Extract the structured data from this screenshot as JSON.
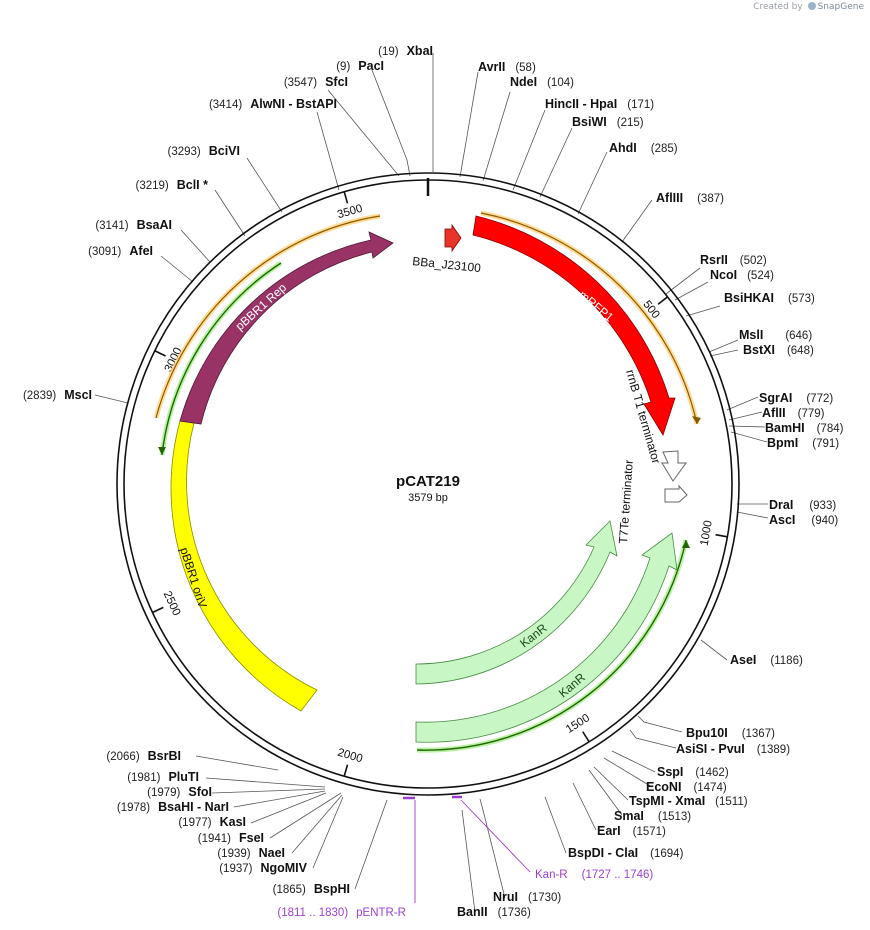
{
  "credit": {
    "created_by": "Created by",
    "brand": "SnapGene"
  },
  "plasmid": {
    "name": "pCAT219",
    "size": "3579 bp"
  },
  "ruler": [
    {
      "label": "500",
      "angle": 52
    },
    {
      "label": "1000",
      "angle": 100
    },
    {
      "label": "1500",
      "angle": 148
    },
    {
      "label": "2000",
      "angle": 196
    },
    {
      "label": "2500",
      "angle": 245
    },
    {
      "label": "3000",
      "angle": 296
    },
    {
      "label": "3500",
      "angle": 344
    }
  ],
  "features": [
    {
      "label": "mRFP1",
      "color": "#ff0000"
    },
    {
      "label": "BBa_J23100",
      "color": "#e8342a"
    },
    {
      "label": "rrnB T1 terminator",
      "color": "#ffffff"
    },
    {
      "label": "T7Te terminator",
      "color": "#ffffff"
    },
    {
      "label": "KanR",
      "color": "#c8f7c5"
    },
    {
      "label": "KanR",
      "color": "#c8f7c5"
    },
    {
      "label": "pBBR1 oriV",
      "color": "#ffff00"
    },
    {
      "label": "pBBR1 Rep",
      "color": "#993366"
    }
  ],
  "sites": [
    {
      "name": "XbaI",
      "pos": "(19)"
    },
    {
      "name": "PacI",
      "pos": "(9)"
    },
    {
      "name": "SfcI",
      "pos": "(3547)"
    },
    {
      "name": "AlwNI  -  BstAPI",
      "pos": "(3414)"
    },
    {
      "name": "BciVI",
      "pos": "(3293)"
    },
    {
      "name": "BclI *",
      "pos": "(3219)"
    },
    {
      "name": "BsaAI",
      "pos": "(3141)"
    },
    {
      "name": "AfeI",
      "pos": "(3091)"
    },
    {
      "name": "MscI",
      "pos": "(2839)"
    },
    {
      "name": "AvrII",
      "pos": "(58)"
    },
    {
      "name": "NdeI",
      "pos": "(104)"
    },
    {
      "name": "HincII  -  HpaI",
      "pos": "(171)"
    },
    {
      "name": "BsiWI",
      "pos": "(215)"
    },
    {
      "name": "AhdI",
      "pos": "(285)"
    },
    {
      "name": "AflIII",
      "pos": "(387)"
    },
    {
      "name": "RsrII",
      "pos": "(502)"
    },
    {
      "name": "NcoI",
      "pos": "(524)"
    },
    {
      "name": "BsiHKAI",
      "pos": "(573)"
    },
    {
      "name": "MslI",
      "pos": "(646)"
    },
    {
      "name": "BstXI",
      "pos": "(648)"
    },
    {
      "name": "SgrAI",
      "pos": "(772)"
    },
    {
      "name": "AflII",
      "pos": "(779)"
    },
    {
      "name": "BamHI",
      "pos": "(784)"
    },
    {
      "name": "BpmI",
      "pos": "(791)"
    },
    {
      "name": "DraI",
      "pos": "(933)"
    },
    {
      "name": "AscI",
      "pos": "(940)"
    },
    {
      "name": "AseI",
      "pos": "(1186)"
    },
    {
      "name": "Bpu10I",
      "pos": "(1367)"
    },
    {
      "name": "AsiSI  -  PvuI",
      "pos": "(1389)"
    },
    {
      "name": "SspI",
      "pos": "(1462)"
    },
    {
      "name": "EcoNI",
      "pos": "(1474)"
    },
    {
      "name": "TspMI  -  XmaI",
      "pos": "(1511)"
    },
    {
      "name": "SmaI",
      "pos": "(1513)"
    },
    {
      "name": "EarI",
      "pos": "(1571)"
    },
    {
      "name": "BspDI  -  ClaI",
      "pos": "(1694)"
    },
    {
      "name": "NruI",
      "pos": "(1730)"
    },
    {
      "name": "BanII",
      "pos": "(1736)"
    },
    {
      "name": "BsrBI",
      "pos": "(2066)"
    },
    {
      "name": "PluTI",
      "pos": "(1981)"
    },
    {
      "name": "SfoI",
      "pos": "(1979)"
    },
    {
      "name": "BsaHI  -  NarI",
      "pos": "(1978)"
    },
    {
      "name": "KasI",
      "pos": "(1977)"
    },
    {
      "name": "FseI",
      "pos": "(1941)"
    },
    {
      "name": "NaeI",
      "pos": "(1939)"
    },
    {
      "name": "NgoMIV",
      "pos": "(1937)"
    },
    {
      "name": "BspHI",
      "pos": "(1865)"
    }
  ],
  "primers": [
    {
      "name": "Kan-R",
      "range": "(1727 .. 1746)"
    },
    {
      "name": "pENTR-R",
      "range": "(1811 .. 1830)"
    }
  ]
}
